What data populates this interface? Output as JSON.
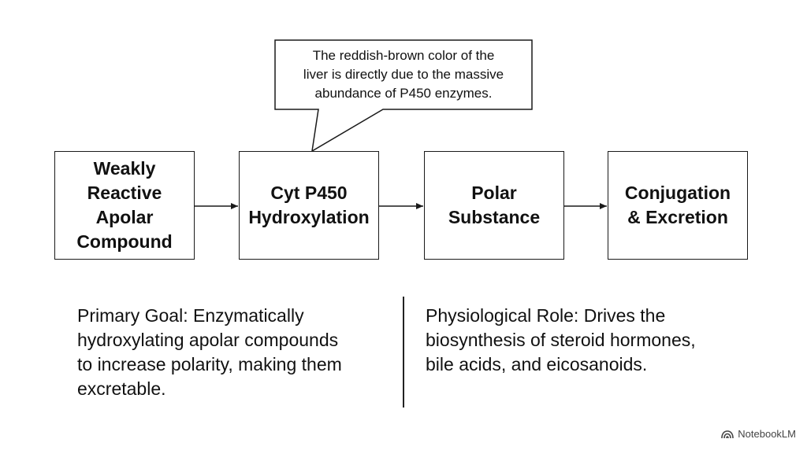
{
  "flow": {
    "steps": [
      {
        "label": "Weakly\nReactive\nApolar\nCompound"
      },
      {
        "label": "Cyt P450\nHydroxylation"
      },
      {
        "label": "Polar\nSubstance"
      },
      {
        "label": "Conjugation\n& Excretion"
      }
    ]
  },
  "callout": {
    "text": "The reddish-brown color of the\nliver is directly due to the massive\nabundance of P450 enzymes."
  },
  "notes": {
    "left": "Primary Goal: Enzymatically\nhydroxylating apolar compounds\nto increase polarity, making them\nexcretable.",
    "right": "Physiological Role: Drives the\nbiosynthesis of steroid hormones,\nbile acids, and eicosanoids."
  },
  "watermark": {
    "text": "NotebookLM",
    "icon": "notebooklm-logo-icon"
  }
}
